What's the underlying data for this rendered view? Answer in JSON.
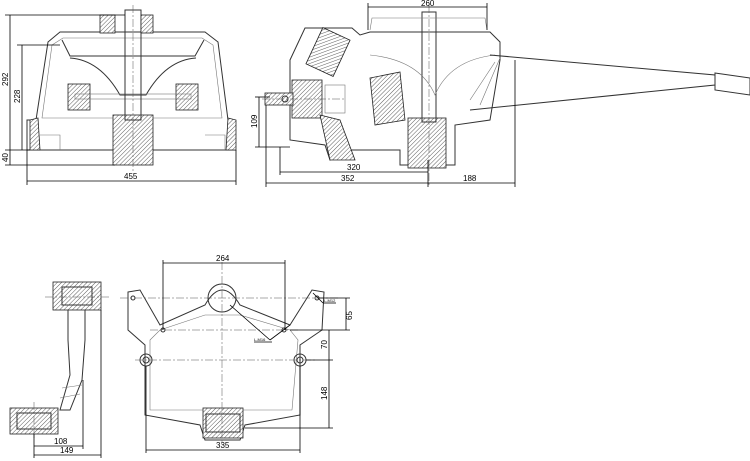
{
  "front_view": {
    "dim_height_total": "292",
    "dim_height_body": "228",
    "dim_base": "40",
    "dim_width": "455"
  },
  "side_view": {
    "dim_top_width": "260",
    "dim_shaft_height": "109",
    "dim_length_inner": "320",
    "dim_length_main": "352",
    "dim_length_tail": "188"
  },
  "bracket_side_view": {
    "dim_offset": "108",
    "dim_width": "149"
  },
  "frame_plan_view": {
    "dim_top_span": "264",
    "dim_upper": "65",
    "dim_mid": "70",
    "dim_lower": "148",
    "dim_bottom_span": "335",
    "note_hole_upper": "L-M12",
    "note_hole_lower": "L-M16"
  }
}
